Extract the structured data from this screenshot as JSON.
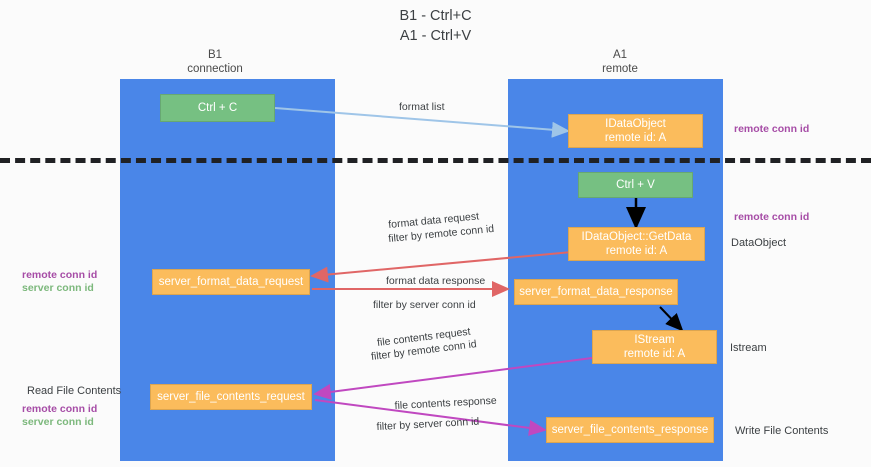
{
  "title": {
    "line1": "B1 - Ctrl+C",
    "line2": "A1 - Ctrl+V"
  },
  "columns": [
    {
      "name": "B1",
      "role": "connection"
    },
    {
      "name": "A1",
      "role": "remote"
    }
  ],
  "boxes": {
    "ctrl_c": {
      "line1": "Ctrl + C",
      "line2": ""
    },
    "idataobject": {
      "line1": "IDataObject",
      "line2": "remote id: A"
    },
    "ctrl_v": {
      "line1": "Ctrl + V",
      "line2": ""
    },
    "getdata": {
      "line1": "IDataObject::GetData",
      "line2": "remote id: A"
    },
    "fmt_req": {
      "line1": "server_format_data_request",
      "line2": ""
    },
    "fmt_resp": {
      "line1": "server_format_data_response",
      "line2": ""
    },
    "istream": {
      "line1": "IStream",
      "line2": "remote id: A"
    },
    "file_req": {
      "line1": "server_file_contents_request",
      "line2": ""
    },
    "file_resp": {
      "line1": "server_file_contents_response",
      "line2": ""
    }
  },
  "edge_labels": {
    "format_list": "format list",
    "fmt_data_request": "format data request",
    "fmt_data_request_filter_prefix": "filter by ",
    "fmt_data_request_filter_key": "remote conn id",
    "fmt_data_response": "format data response",
    "fmt_data_response_filter_prefix": "filter by ",
    "fmt_data_response_filter_key": "server conn id",
    "file_contents_request": "file contents request",
    "file_contents_request_filter_prefix": "filter by ",
    "file_contents_request_filter_key": "remote conn id",
    "file_contents_response": "file contents response",
    "file_contents_response_filter_prefix": "filter by ",
    "file_contents_response_filter_key": "server conn id"
  },
  "annotations": {
    "right_remote_conn_id_top": "remote conn id",
    "right_remote_conn_id_mid": "remote conn id",
    "right_dataobject": "DataObject",
    "right_istream": "Istream",
    "right_write_file_contents": "Write File Contents",
    "left_remote_conn_id": "remote conn id",
    "left_server_conn_id": "server conn id",
    "left_read_file_contents": "Read File Contents",
    "left_remote_conn_id_2": "remote conn id",
    "left_server_conn_id_2": "server conn id"
  },
  "colors": {
    "lane": "#4a86e8",
    "box_orange": "#fbbc5c",
    "box_green": "#76c082",
    "divider": "#202124",
    "purple": "#a64ca6",
    "magenta": "#c2297a",
    "green_text": "#7cb87c",
    "arrow_blue": "#9fc5e8",
    "arrow_red": "#e06666",
    "arrow_black": "#000000",
    "arrow_magenta": "#c048c0"
  }
}
